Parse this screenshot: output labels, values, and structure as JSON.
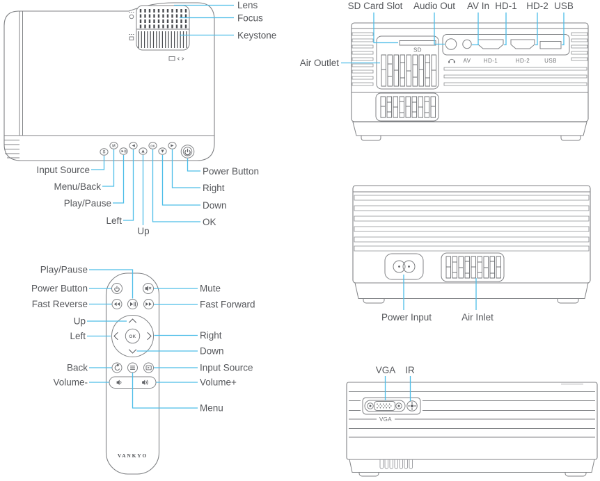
{
  "colors": {
    "accent": "#4cbde8",
    "outline": "#808285",
    "label": "#54565a"
  },
  "top_view": {
    "lens_label": "Lens",
    "focus_label": "Focus",
    "keystone_label": "Keystone",
    "panel": {
      "input_source": "Input Source",
      "menu_back": "Menu/Back",
      "play_pause": "Play/Pause",
      "left": "Left",
      "up": "Up",
      "power": "Power Button",
      "right": "Right",
      "down": "Down",
      "ok": "OK"
    },
    "button_glyphs": {
      "source": "S",
      "menu": "M",
      "ok": "OK"
    }
  },
  "io_view": {
    "sd_label": "SD Card Slot",
    "audio_label": "Audio Out",
    "av_label": "AV In",
    "hd1_label": "HD-1",
    "hd2_label": "HD-2",
    "usb_label": "USB",
    "air_outlet_label": "Air Outlet",
    "ports": {
      "sd": "SD",
      "av": "AV",
      "hd1": "HD-1",
      "hd2": "HD-2",
      "usb": "USB"
    }
  },
  "rear_view": {
    "power_input_label": "Power Input",
    "air_inlet_label": "Air Inlet"
  },
  "vga_view": {
    "vga_label": "VGA",
    "ir_label": "IR",
    "port_vga": "VGA"
  },
  "remote": {
    "brand": "VANKYO",
    "ok": "OK",
    "left_labels": {
      "play_pause": "Play/Pause",
      "power": "Power Button",
      "fast_reverse": "Fast Reverse",
      "up": "Up",
      "left": "Left",
      "back": "Back",
      "volume_minus": "Volume-"
    },
    "right_labels": {
      "mute": "Mute",
      "fast_forward": "Fast Forward",
      "right": "Right",
      "down": "Down",
      "input_source": "Input Source",
      "volume_plus": "Volume+",
      "menu": "Menu"
    }
  }
}
